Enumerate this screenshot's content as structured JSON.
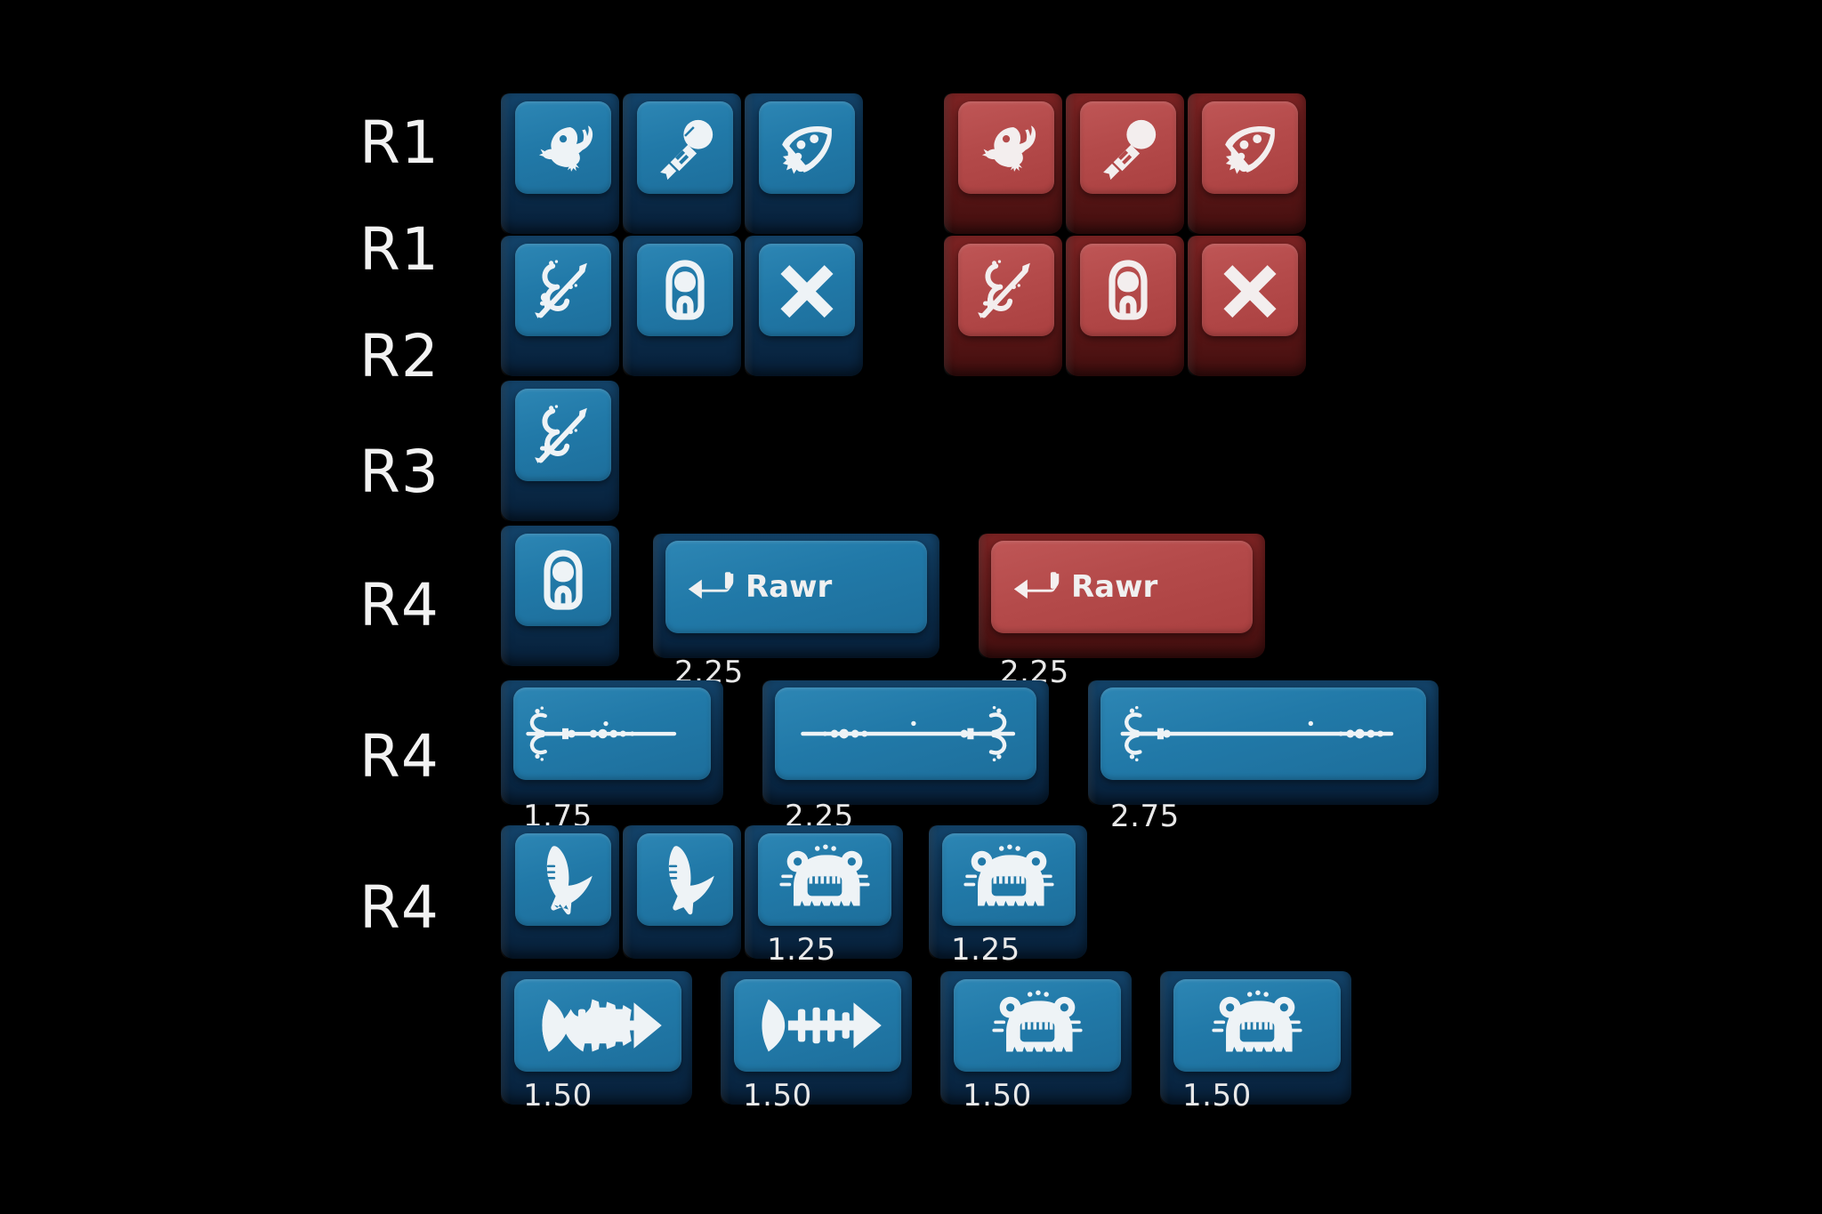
{
  "meta": {
    "background_color": "#000000",
    "blue_top_color": "#2179a8",
    "blue_side_color": "#0d3253",
    "red_top_color": "#b44a4a",
    "red_side_color": "#651a1a",
    "legend_color": "#f0f0f0"
  },
  "row_labels": [
    {
      "label": "R1"
    },
    {
      "label": "R1"
    },
    {
      "label": "R2"
    },
    {
      "label": "R3"
    },
    {
      "label": "R4"
    },
    {
      "label": "R4"
    },
    {
      "label": "R4"
    }
  ],
  "keys": [
    {
      "icon": "shrimp-icon",
      "color": "blue",
      "size": "",
      "legend": ""
    },
    {
      "icon": "microphone-icon",
      "color": "blue",
      "size": "",
      "legend": ""
    },
    {
      "icon": "pizza-slice-icon",
      "color": "blue",
      "size": "",
      "legend": ""
    },
    {
      "icon": "shrimp-icon",
      "color": "red",
      "size": "",
      "legend": ""
    },
    {
      "icon": "microphone-icon",
      "color": "red",
      "size": "",
      "legend": ""
    },
    {
      "icon": "pizza-slice-icon",
      "color": "red",
      "size": "",
      "legend": ""
    },
    {
      "icon": "trident-eel-icon",
      "color": "blue",
      "size": "",
      "legend": ""
    },
    {
      "icon": "can-pull-tab-icon",
      "color": "blue",
      "size": "",
      "legend": ""
    },
    {
      "icon": "cross-bones-x-icon",
      "color": "blue",
      "size": "",
      "legend": ""
    },
    {
      "icon": "trident-eel-icon",
      "color": "red",
      "size": "",
      "legend": ""
    },
    {
      "icon": "can-pull-tab-icon",
      "color": "red",
      "size": "",
      "legend": ""
    },
    {
      "icon": "cross-bones-x-icon",
      "color": "red",
      "size": "",
      "legend": ""
    },
    {
      "icon": "trident-eel-icon",
      "color": "blue",
      "size": "",
      "legend": ""
    },
    {
      "icon": "can-pull-tab-icon",
      "color": "blue",
      "size": "",
      "legend": ""
    },
    {
      "icon": "enter-arrow-icon",
      "color": "blue",
      "size": "2.25",
      "legend": "Rawr"
    },
    {
      "icon": "enter-arrow-icon",
      "color": "red",
      "size": "2.25",
      "legend": "Rawr"
    },
    {
      "icon": "trident-spear-icon",
      "color": "blue",
      "size": "1.75",
      "legend": ""
    },
    {
      "icon": "trident-spear-icon",
      "color": "blue",
      "size": "2.25",
      "legend": ""
    },
    {
      "icon": "trident-spear-icon",
      "color": "blue",
      "size": "2.75",
      "legend": ""
    },
    {
      "icon": "whale-tail-icon",
      "color": "blue",
      "size": "",
      "legend": ""
    },
    {
      "icon": "whale-tail-icon",
      "color": "blue",
      "size": "",
      "legend": ""
    },
    {
      "icon": "sea-monster-icon",
      "color": "blue",
      "size": "1.25",
      "legend": ""
    },
    {
      "icon": "sea-monster-icon",
      "color": "blue",
      "size": "1.25",
      "legend": ""
    },
    {
      "icon": "fish-bone-icon",
      "color": "blue",
      "size": "1.50",
      "legend": ""
    },
    {
      "icon": "fish-bone-icon",
      "color": "blue",
      "size": "1.50",
      "legend": ""
    },
    {
      "icon": "sea-monster-icon",
      "color": "blue",
      "size": "1.50",
      "legend": ""
    },
    {
      "icon": "sea-monster-icon",
      "color": "blue",
      "size": "1.50",
      "legend": ""
    }
  ]
}
